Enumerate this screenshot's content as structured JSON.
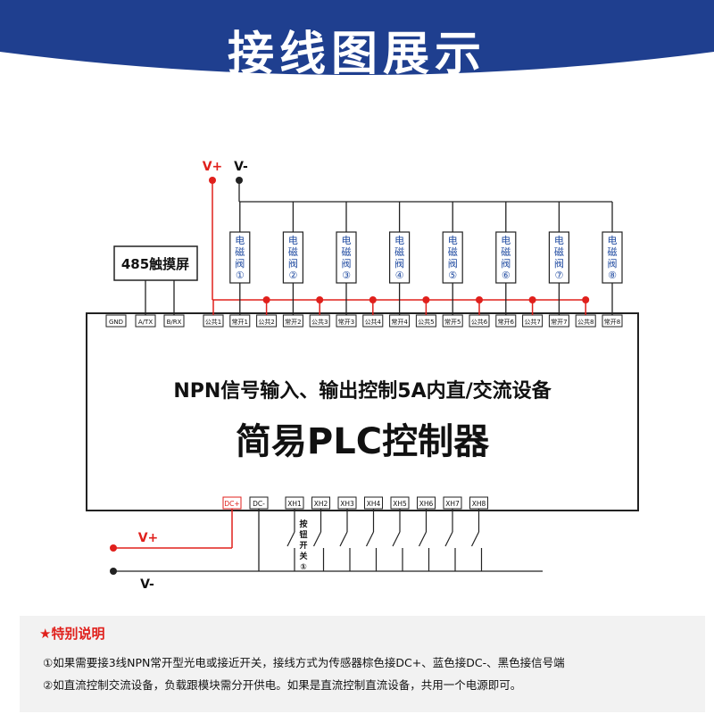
{
  "banner": {
    "title": "接线图展示",
    "background": "#1f3f8f"
  },
  "power": {
    "v_plus": "V+",
    "v_minus": "V-"
  },
  "touchscreen": {
    "label": "485触摸屏"
  },
  "valves": [
    "电磁阀①",
    "电磁阀②",
    "电磁阀③",
    "电磁阀④",
    "电磁阀⑤",
    "电磁阀⑥",
    "电磁阀⑦",
    "电磁阀⑧"
  ],
  "top_terminals": {
    "comm": [
      "GND",
      "A/TX",
      "B/RX"
    ],
    "outputs": [
      "公共1",
      "常开1",
      "公共2",
      "常开2",
      "公共3",
      "常开3",
      "公共4",
      "常开4",
      "公共5",
      "常开5",
      "公共6",
      "常开6",
      "公共7",
      "常开7",
      "公共8",
      "常开8"
    ]
  },
  "controller": {
    "subtitle": "NPN信号输入、输出控制5A内直/交流设备",
    "title": "简易PLC控制器"
  },
  "bottom_terminals": {
    "power": [
      "DC+",
      "DC-"
    ],
    "inputs": [
      "XH1",
      "XH2",
      "XH3",
      "XH4",
      "XH5",
      "XH6",
      "XH7",
      "XH8"
    ]
  },
  "switch_label": "按钮开关①",
  "notes": {
    "title": "★特别说明",
    "items": [
      "①如果需要接3线NPN常开型光电或接近开关，接线方式为传感器棕色接DC+、蓝色接DC-、黑色接信号端",
      "②如直流控制交流设备，负载跟模块需分开供电。如果是直流控制直流设备，共用一个电源即可。"
    ]
  },
  "colors": {
    "red": "#e0201c",
    "wire": "#222222",
    "valve_text": "#1f4aa0"
  }
}
